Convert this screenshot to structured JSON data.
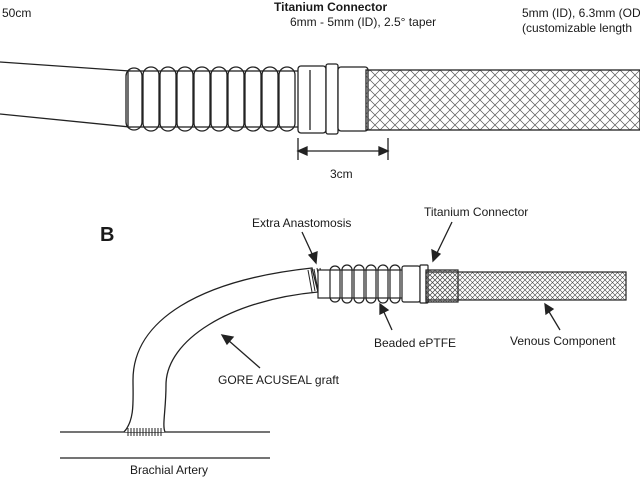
{
  "panel_a": {
    "length_label": "50cm",
    "connector_title": "Titanium Connector",
    "connector_spec": "6mm - 5mm (ID), 2.5° taper",
    "venous_spec_line1": "5mm (ID), 6.3mm (OD",
    "venous_spec_line2": "(customizable length",
    "dimension_label": "3cm"
  },
  "panel_b": {
    "panel_letter": "B",
    "extra_anastomosis": "Extra Anastomosis",
    "titanium_connector": "Titanium Connector",
    "beaded_eptfe": "Beaded ePTFE",
    "venous_component": "Venous Component",
    "graft_label": "GORE ACUSEAL graft",
    "artery_label": "Brachial Artery"
  }
}
